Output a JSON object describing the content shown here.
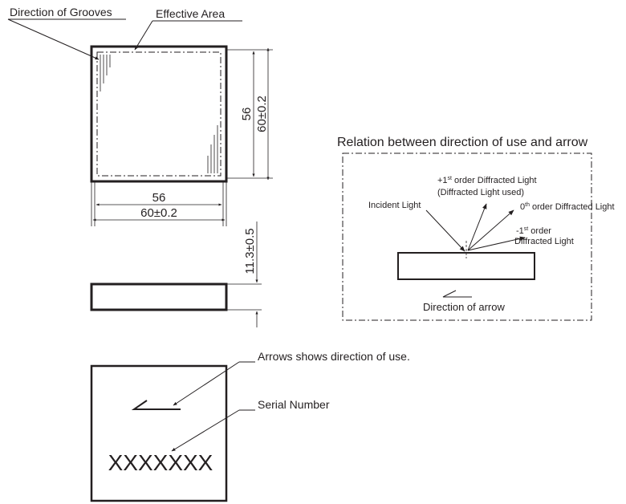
{
  "labels": {
    "direction_of_grooves": "Direction of Grooves",
    "effective_area": "Effective Area",
    "relation_title": "Relation between direction of use and arrow",
    "plus1_prefix": "+1",
    "plus1_sup": "st",
    "plus1_rest": " order Diffracted Light",
    "plus1_line2": "(Diffracted Light used)",
    "incident_light": "Incident Light",
    "zero_prefix": "0",
    "zero_sup": "th",
    "zero_rest": " order Diffracted Light",
    "minus1_prefix": "-1",
    "minus1_sup": "st",
    "minus1_rest": " order",
    "minus1_line2": "Diffracted Light",
    "direction_of_arrow": "Direction of arrow",
    "arrows_show_direction": "Arrows shows direction of use.",
    "serial_number": "Serial Number",
    "serial_placeholder": "XXXXXXX"
  },
  "dimensions": {
    "effective_width": "56",
    "overall_width": "60±0.2",
    "effective_height": "56",
    "overall_height": "60±0.2",
    "thickness": "11.3±0.5"
  },
  "colors": {
    "line": "#231f20",
    "background": "#ffffff"
  }
}
